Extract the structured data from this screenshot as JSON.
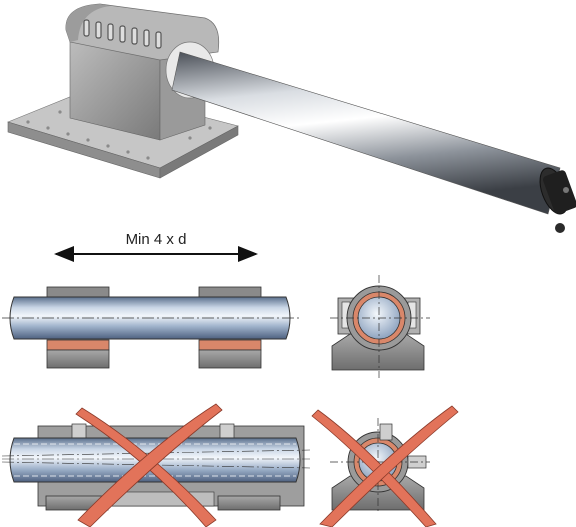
{
  "dimension_label": "Min 4 x d",
  "panels": {
    "product": {
      "name": "linear-shaft-in-support-block"
    },
    "correct_side_view": {
      "status": "correct"
    },
    "correct_end_view": {
      "status": "correct"
    },
    "incorrect_side_view": {
      "status": "incorrect"
    },
    "incorrect_end_view": {
      "status": "incorrect"
    }
  },
  "colors": {
    "shaft_light": "#e8eef6",
    "shaft_mid": "#9fb2cb",
    "shaft_dark": "#5a6f8c",
    "block_gray": "#8c8c8c",
    "block_light": "#c8c8c8",
    "bearing_orange": "#d9876a",
    "cross_red": "#e2735a",
    "outline": "#333333"
  }
}
